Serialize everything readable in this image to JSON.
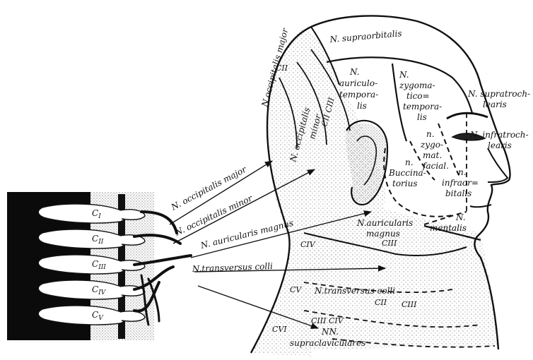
{
  "colors": {
    "ink": "#111111",
    "paper": "#ffffff",
    "stipple": "#6b6b6b",
    "spine_bg": "#0b0b0b"
  },
  "labels": {
    "supraorbitalis": "N. supraorbitalis",
    "auriculotemporalis": [
      "N.",
      "auriculo-",
      "tempora-",
      "lis"
    ],
    "zygomaticotemporalis": [
      "N.",
      "zygoma-",
      "tico=",
      "tempora-",
      "lis"
    ],
    "zygomaticofacialis": [
      "n.",
      "zygo-",
      "mat.",
      "facial."
    ],
    "buccinatorius": [
      "n.",
      "Buccina-",
      "torius"
    ],
    "supratrochlearis": [
      "N. supratroch-",
      "learis"
    ],
    "infratrochlearis": [
      "N. infratroch-",
      "learis"
    ],
    "infraorbitalis": [
      "n.",
      "infraor=",
      "bitalis"
    ],
    "mentalis": [
      "N.",
      "mentalis"
    ],
    "occipitalis_major_head": "N.occipitalis major",
    "occipitalis_major_head_seg": "CII",
    "occipitalis_minor_head": "N. occipitalis",
    "occipitalis_minor_head_2": "minor",
    "occipitalis_minor_head_seg": "CII CIII",
    "auricularis_magnus_head": [
      "N.auricularis",
      "magnus"
    ],
    "auricularis_magnus_head_seg": "CIII",
    "transversus_colli_head": "N.transversus colli",
    "transversus_colli_head_seg": [
      "CII",
      "CIII"
    ],
    "supraclaviculares_head": [
      "NN.",
      "supraclaviculares"
    ],
    "supraclaviculares_seg": "CIII CIV",
    "neck_cv": "CV",
    "neck_civ": "CIV",
    "neck_cvi": "CVI",
    "arrow_occipitalis_major": "N. occipitalis major",
    "arrow_occipitalis_minor": "N. occipitalis minor",
    "arrow_auricularis_magnus": "N. auricularis magnus",
    "arrow_transversus_colli": "N.transversus colli"
  },
  "vertebrae": [
    {
      "base": "C",
      "sub": "I"
    },
    {
      "base": "C",
      "sub": "II"
    },
    {
      "base": "C",
      "sub": "III"
    },
    {
      "base": "C",
      "sub": "IV"
    },
    {
      "base": "C",
      "sub": "V"
    }
  ]
}
